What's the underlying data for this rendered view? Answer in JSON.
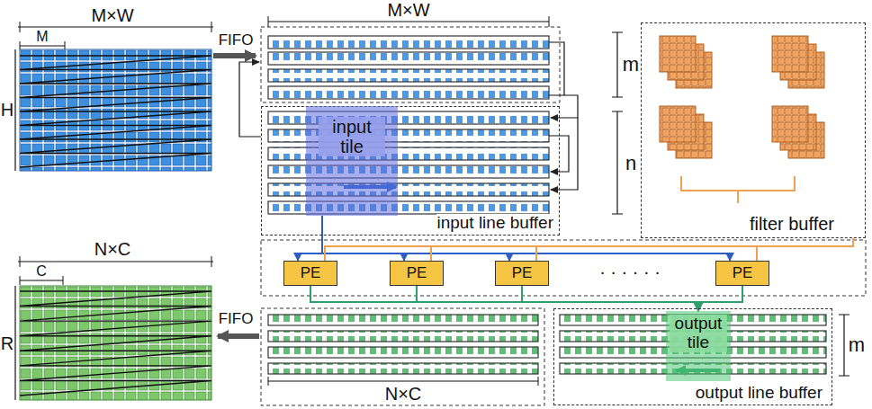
{
  "diagram": {
    "nodes": [
      {
        "text": [
          "input line buffer"
        ]
      },
      {
        "text": [
          "input tile"
        ],
        "in": 0
      },
      {
        "text": [
          "filter buffer"
        ]
      },
      {
        "text": [
          "PE"
        ]
      },
      {
        "text": [
          "PE"
        ]
      },
      {
        "text": [
          "PE"
        ]
      },
      {
        "text": [
          "PE"
        ]
      },
      {
        "text": [
          "output line buffer"
        ]
      },
      {
        "text": [
          "output tile"
        ],
        "in": 7
      }
    ],
    "edges": [
      {
        "from": 1,
        "to": 3,
        "arrow": "to"
      },
      {
        "from": 1,
        "to": 4,
        "arrow": "to"
      },
      {
        "from": 1,
        "to": 5,
        "arrow": "to"
      },
      {
        "from": 1,
        "to": 6,
        "arrow": "to"
      },
      {
        "from": 2,
        "to": 3,
        "arrow": "none"
      },
      {
        "from": 2,
        "to": 4,
        "arrow": "none"
      },
      {
        "from": 2,
        "to": 5,
        "arrow": "none"
      },
      {
        "from": 2,
        "to": 6,
        "arrow": "none"
      },
      {
        "from": 3,
        "to": 8,
        "arrow": "to"
      },
      {
        "from": 4,
        "to": 8,
        "arrow": "to"
      },
      {
        "from": 5,
        "to": 8,
        "arrow": "to"
      },
      {
        "from": 6,
        "to": 8,
        "arrow": "to"
      }
    ],
    "labels": [
      "M×W",
      "M",
      "H",
      "FIFO",
      "M×W",
      "m",
      "n",
      "· · · · · ·",
      "N×C",
      "C",
      "R",
      "FIFO",
      "N×C",
      "m"
    ]
  }
}
